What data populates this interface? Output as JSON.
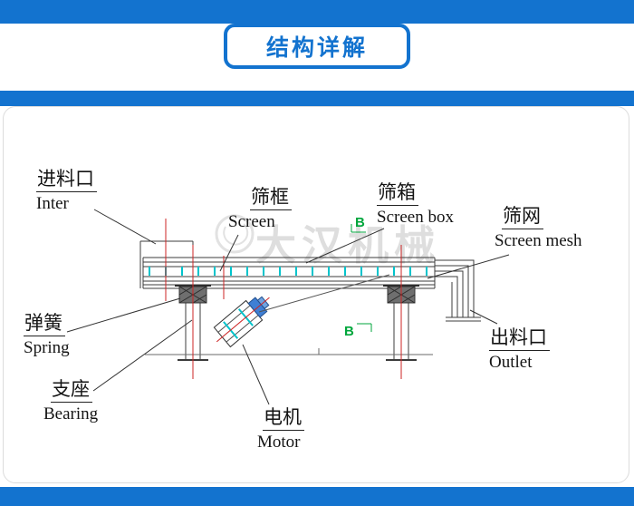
{
  "header": {
    "title": "结构详解"
  },
  "watermark": {
    "text": "大汉机械"
  },
  "section_marker": {
    "label": "B"
  },
  "labels": [
    {
      "id": "inlet",
      "zh": "进料口",
      "en": "Inter"
    },
    {
      "id": "screen_frame",
      "zh": "筛框",
      "en": "Screen"
    },
    {
      "id": "screen_box",
      "zh": "筛箱",
      "en": "Screen box"
    },
    {
      "id": "screen_mesh",
      "zh": "筛网",
      "en": "Screen mesh"
    },
    {
      "id": "spring",
      "zh": "弹簧",
      "en": "Spring"
    },
    {
      "id": "bearing",
      "zh": "支座",
      "en": "Bearing"
    },
    {
      "id": "motor",
      "zh": "电机",
      "en": "Motor"
    },
    {
      "id": "outlet",
      "zh": "出料口",
      "en": "Outlet"
    }
  ],
  "colors": {
    "accent_blue": "#1373cf",
    "drawing_line": "#3c3c3c",
    "centerline_red": "#cc2626",
    "tick_cyan": "#00c4cc",
    "marker_green": "#00a63c",
    "watermark_gray": "#dedede"
  }
}
